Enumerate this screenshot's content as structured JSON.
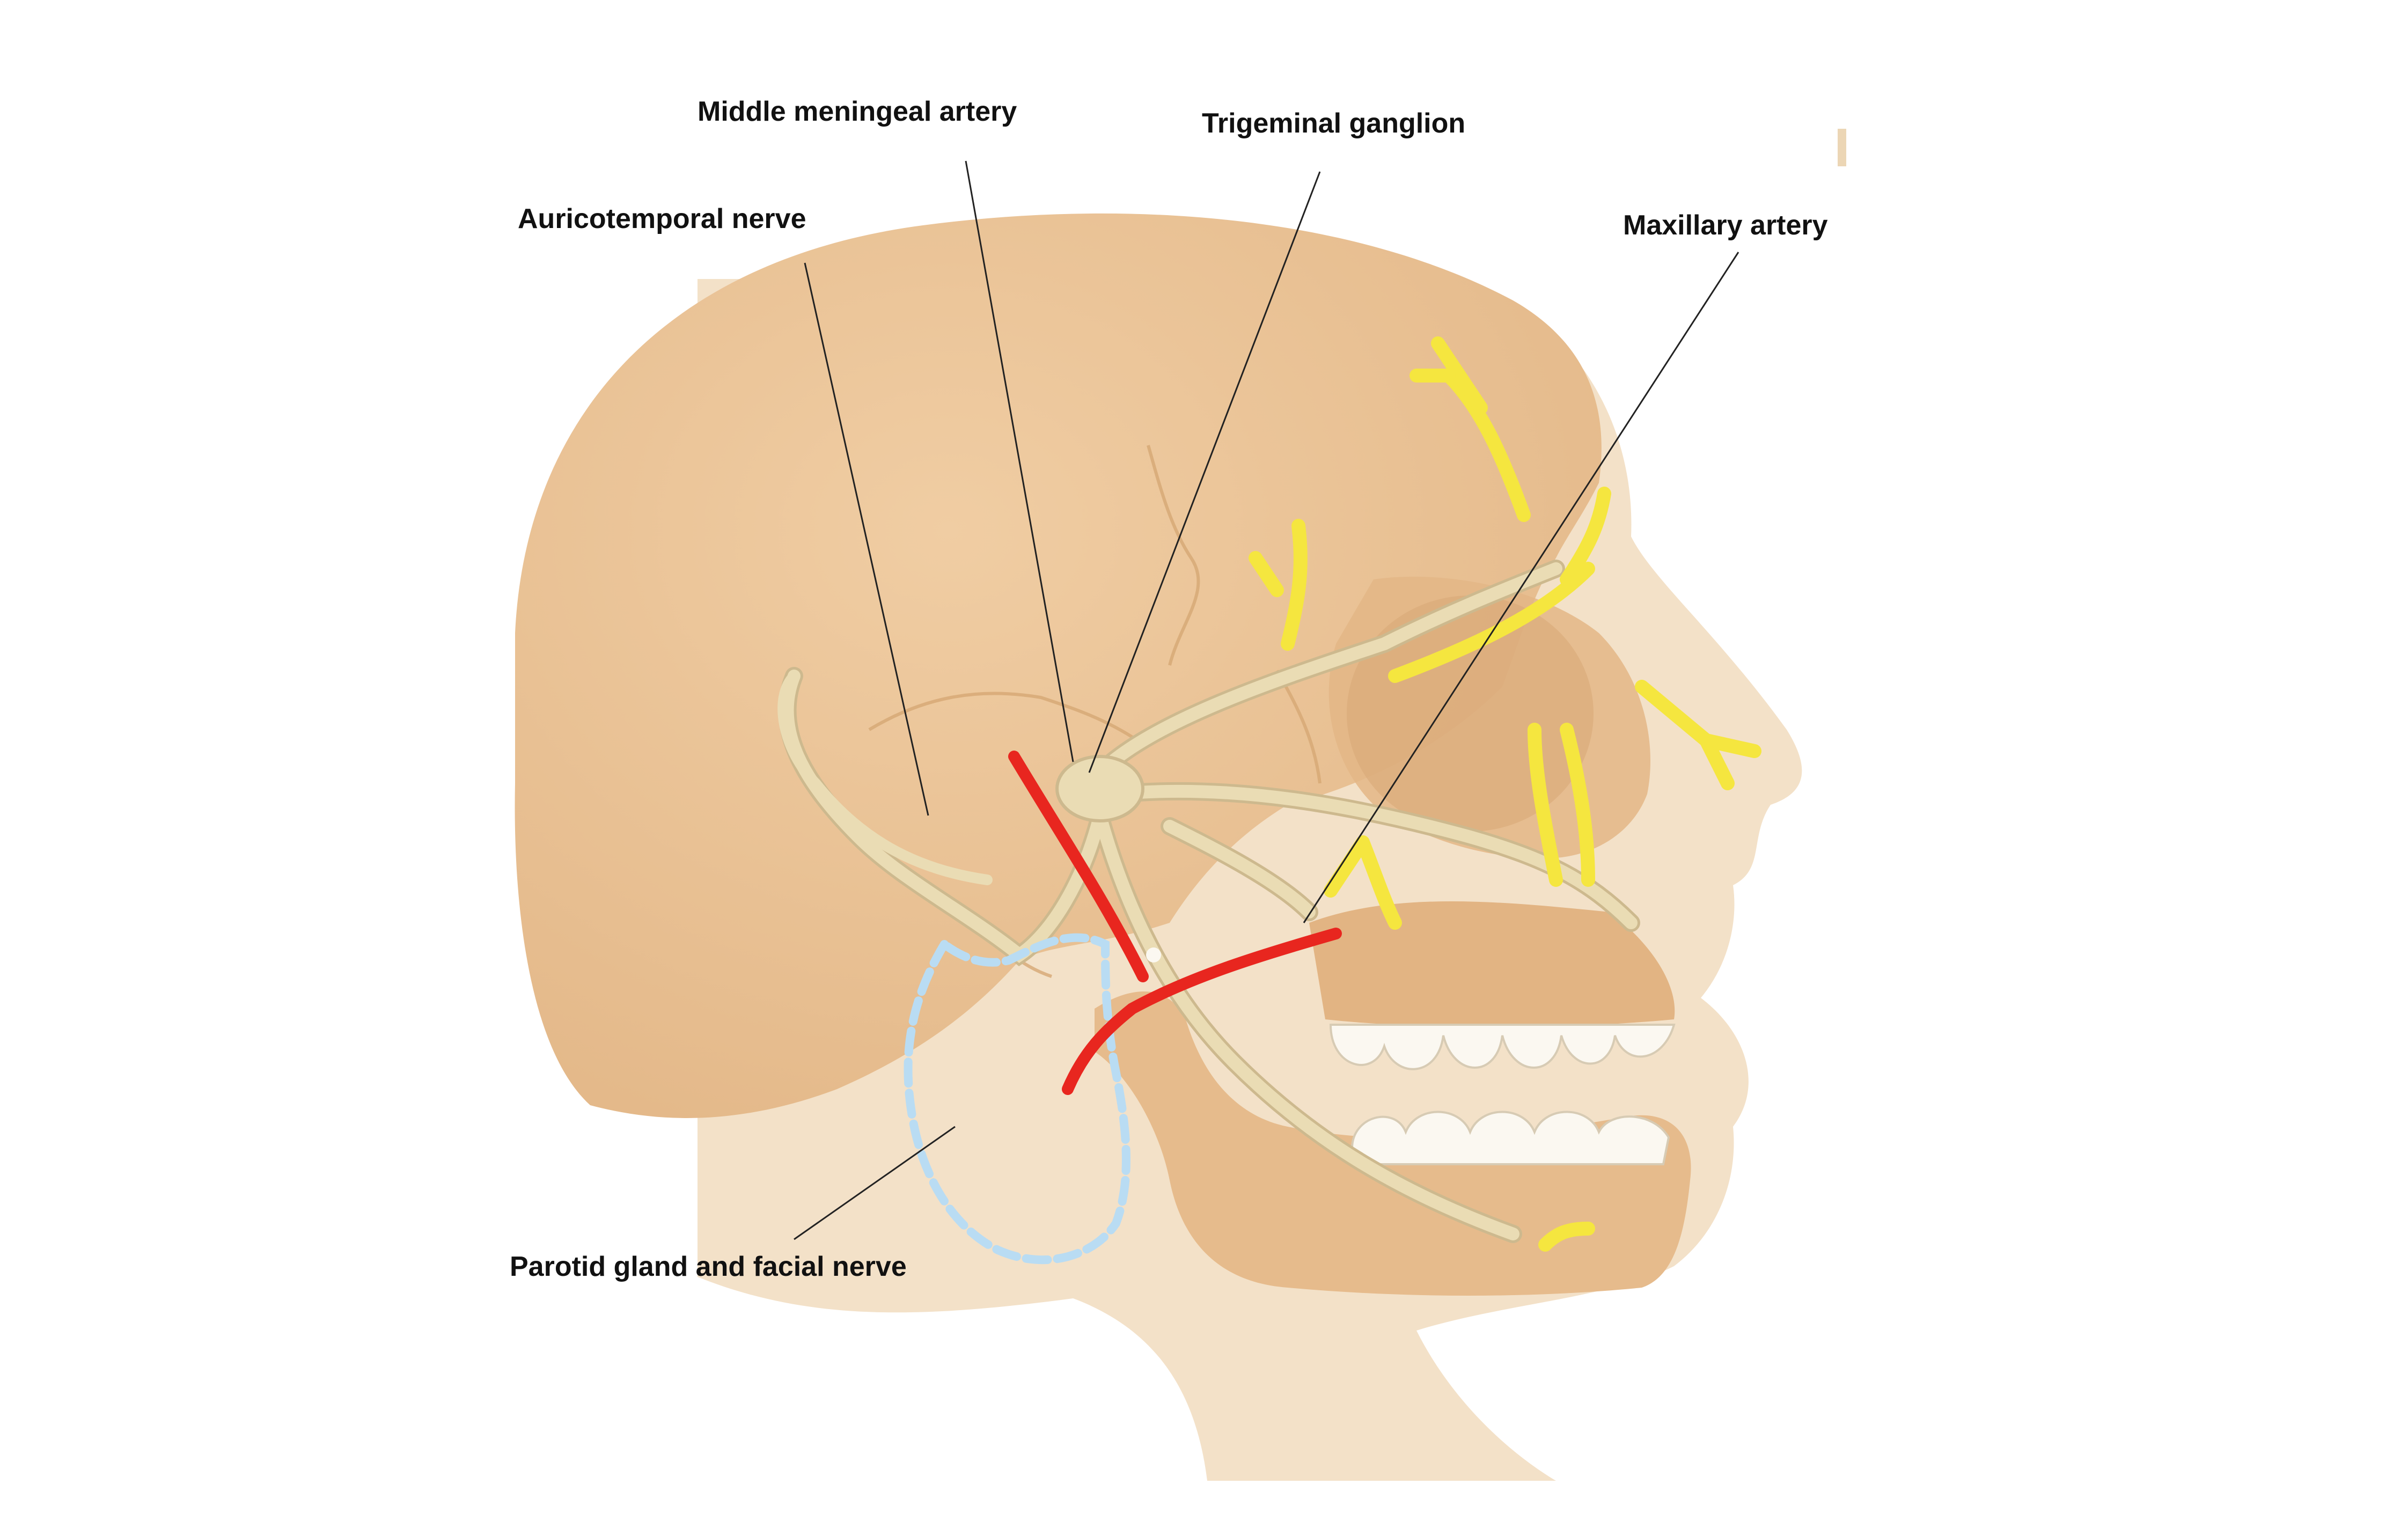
{
  "labels": {
    "middle_meningeal_artery": "Middle meningeal artery",
    "trigeminal_ganglion": "Trigeminal ganglion",
    "auricotemporal_nerve": "Auricotemporal nerve",
    "maxillary_artery": "Maxillary artery",
    "parotid_gland_and_facial_nerve": "Parotid gland and facial nerve"
  },
  "colors": {
    "skin": "#f3e1c8",
    "bone": "#e9c193",
    "bone_shadow": "#d9ab7a",
    "nerve": "#eadcb4",
    "nerve_outline": "#cdb98e",
    "nerve_yellow": "#f5e63f",
    "artery_red": "#e8261f",
    "parotid_blue": "#b9dcf3",
    "tooth": "#fbf8f1",
    "leader_line": "#222222",
    "label_text": "#111111"
  }
}
